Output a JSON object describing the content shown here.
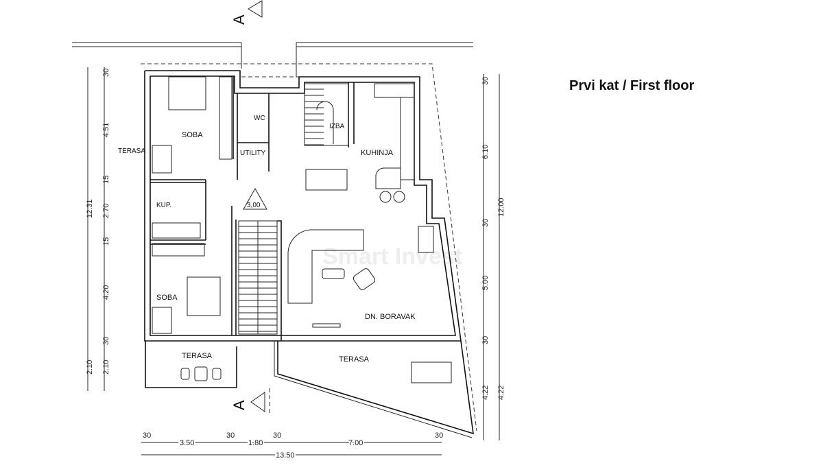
{
  "title": "Prvi kat / First floor",
  "rooms": {
    "soba_top": "SOBA",
    "terasa_left": "TERASA",
    "wc": "WC",
    "utility": "UTILITY",
    "izba": "IZBA",
    "kuhinja": "KUHINJA",
    "kup": "KUP.",
    "level": "3,00",
    "soba_bottom": "SOBA",
    "boravak": "DN. BORAVAK",
    "terasa_bottom_left": "TERASA",
    "terasa_bottom_right": "TERASA"
  },
  "section_marker": "A",
  "watermark": "Smart Invest",
  "dims_left": {
    "a": "30",
    "b": "4.51",
    "c": "15",
    "d": "2.70",
    "e": "15",
    "f": "4.20",
    "g": "30",
    "h": "2.10",
    "i": "2.10",
    "total": "12.31"
  },
  "dims_right": {
    "a": "30",
    "b": "6.10",
    "c": "30",
    "d": "5.00",
    "e": "30",
    "f": "4.22",
    "g": "4.22",
    "total": "12.00"
  },
  "dims_bottom": {
    "a": "30",
    "b": "3.50",
    "c": "30",
    "d": "1.80",
    "e": "30",
    "f": "7.00",
    "g": "30",
    "total": "13.50"
  }
}
